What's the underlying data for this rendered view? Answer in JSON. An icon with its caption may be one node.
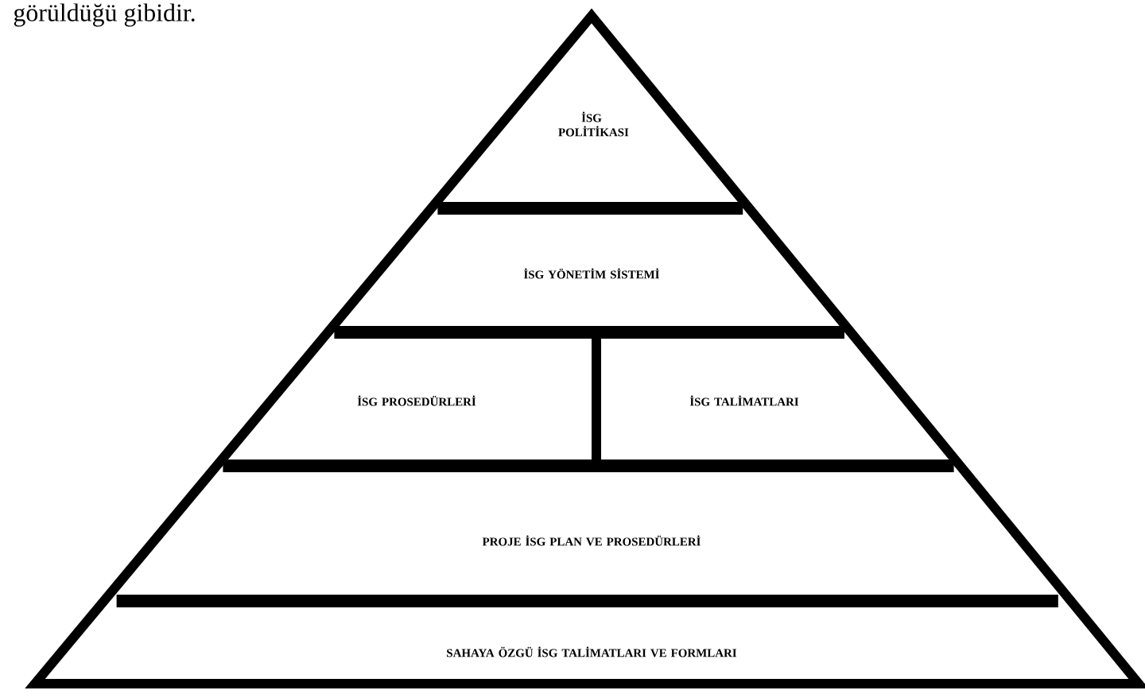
{
  "diagram": {
    "nodes": [
      {
        "text": [
          "İSG POLİTİKASI"
        ]
      },
      {
        "text": [
          "İSG YÖNETİM SİSTEMİ"
        ]
      },
      {
        "text": [
          "İSG PROSEDÜRLERİ"
        ]
      },
      {
        "text": [
          "İSG TALİMATLARI"
        ]
      },
      {
        "text": [
          "PROJE İSG PLAN VE PROSEDÜRLERİ"
        ]
      },
      {
        "text": [
          "SAHAYA ÖZGÜ İSG TALİMATLARI VE FORMLARI"
        ]
      }
    ],
    "labels": [
      "görüldüğü gibidir."
    ]
  }
}
